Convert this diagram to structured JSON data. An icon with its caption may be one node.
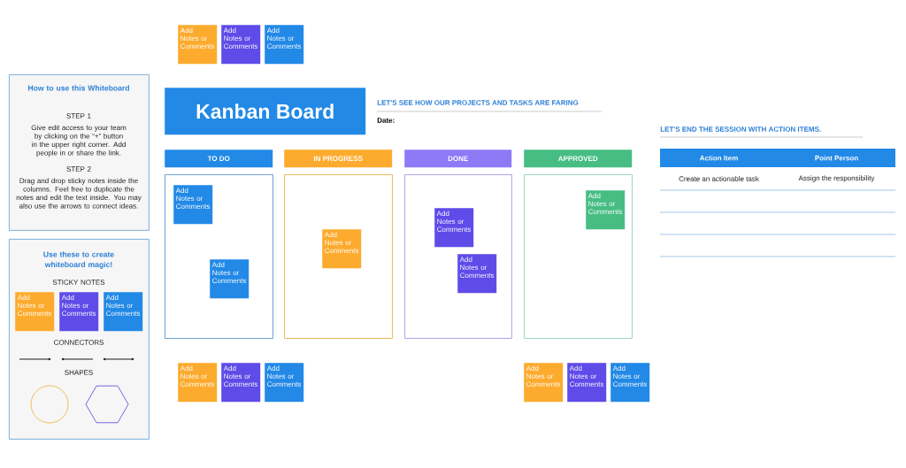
{
  "diagram": {
    "nodes": [
      {
        "text": [
          "Add Notes or Comments"
        ]
      },
      {
        "text": [
          "Add Notes or Comments"
        ]
      },
      {
        "text": [
          "Add Notes or Comments"
        ]
      },
      {
        "text": [
          "How to use this Whiteboard",
          "STEP 1",
          "Give edit access to your team by clicking on the “+” button in the upper right corner. Add people in or share the link.",
          "STEP 2",
          "Drag and drop sticky notes inside the columns. Feel free to duplicate the notes and edit the text inside. You may also use the arrows to connect ideas."
        ]
      },
      {
        "text": [
          "Use these to create whiteboard magic!",
          "STICKY NOTES",
          "CONNECTORS",
          "SHAPES"
        ]
      },
      {
        "text": [
          "Add Notes or Comments"
        ],
        "in": 4
      },
      {
        "text": [
          "Add Notes or Comments"
        ],
        "in": 4
      },
      {
        "text": [
          "Add Notes or Comments"
        ],
        "in": 4
      },
      {
        "text": [
          "Kanban Board"
        ]
      },
      {
        "text": [
          "TO DO"
        ]
      },
      {
        "text": [
          "IN PROGRESS"
        ]
      },
      {
        "text": [
          "DONE"
        ]
      },
      {
        "text": [
          "APPROVED"
        ]
      },
      {
        "text": [],
        "shape": "box"
      },
      {
        "text": [
          "Add Notes or Comments"
        ],
        "in": 13
      },
      {
        "text": [
          "Add Notes or Comments"
        ],
        "in": 13
      },
      {
        "text": [],
        "shape": "box"
      },
      {
        "text": [
          "Add Notes or Comments"
        ],
        "in": 16
      },
      {
        "text": [],
        "shape": "box"
      },
      {
        "text": [
          "Add Notes or Comments"
        ],
        "in": 18
      },
      {
        "text": [
          "Add Notes or Comments"
        ],
        "in": 18
      },
      {
        "text": [],
        "shape": "box"
      },
      {
        "text": [
          "Add Notes or Comments"
        ],
        "in": 21
      },
      {
        "text": [
          "Add Notes or Comments"
        ]
      },
      {
        "text": [
          "Add Notes or Comments"
        ]
      },
      {
        "text": [
          "Add Notes or Comments"
        ]
      },
      {
        "text": [
          "Add Notes or Comments"
        ]
      },
      {
        "text": [
          "Add Notes or Comments"
        ]
      },
      {
        "text": [
          "Add Notes or Comments"
        ]
      }
    ],
    "labels": [
      "LET'S SEE HOW OUR PROJECTS AND TASKS ARE FARING",
      "Date:",
      "LET'S END THE SESSION WITH ACTION ITEMS.",
      "Action Item",
      "Point Person",
      "Create an actionable task",
      "Assign the responsibility"
    ]
  }
}
